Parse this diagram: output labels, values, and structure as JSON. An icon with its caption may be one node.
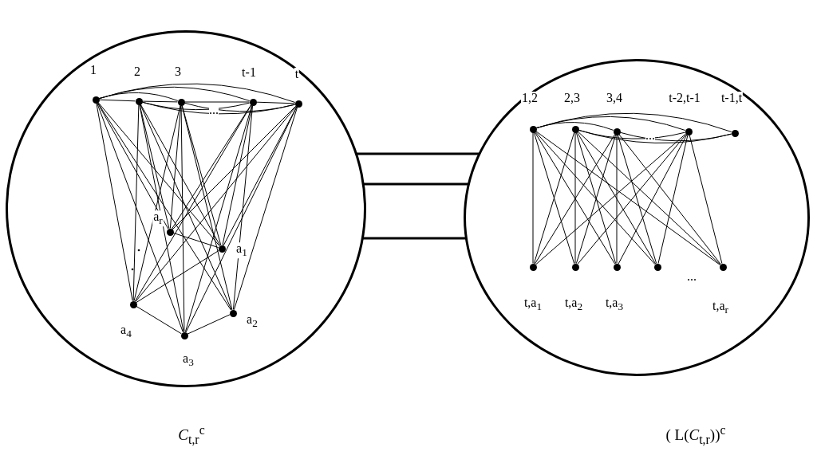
{
  "diagram": {
    "nodes": [
      {
        "text": [],
        "shape": "circle"
      },
      {
        "text": [],
        "shape": "circle",
        "in": 0,
        "beside": [
          "1"
        ]
      },
      {
        "text": [],
        "shape": "circle",
        "in": 0,
        "beside": [
          "2"
        ]
      },
      {
        "text": [],
        "shape": "circle",
        "in": 0,
        "beside": [
          "3"
        ]
      },
      {
        "text": [],
        "shape": "circle",
        "in": 0,
        "beside": [
          "t-1"
        ]
      },
      {
        "text": [],
        "shape": "circle",
        "in": 0,
        "beside": [
          "t"
        ]
      },
      {
        "text": [],
        "shape": "circle",
        "in": 0,
        "beside": [
          "a$_{r}$"
        ]
      },
      {
        "text": [],
        "shape": "circle",
        "in": 0,
        "beside": [
          "a$_{1}$"
        ]
      },
      {
        "text": [],
        "shape": "circle",
        "in": 0,
        "beside": [
          "a$_{2}$"
        ]
      },
      {
        "text": [],
        "shape": "circle",
        "in": 0,
        "beside": [
          "a$_{3}$"
        ]
      },
      {
        "text": [],
        "shape": "circle",
        "in": 0,
        "beside": [
          "a$_{4}$"
        ]
      },
      {
        "text": [],
        "shape": "circle"
      },
      {
        "text": [],
        "shape": "circle",
        "in": 11,
        "beside": [
          "1,2"
        ]
      },
      {
        "text": [],
        "shape": "circle",
        "in": 11,
        "beside": [
          "2,3"
        ]
      },
      {
        "text": [],
        "shape": "circle",
        "in": 11,
        "beside": [
          "3,4"
        ]
      },
      {
        "text": [],
        "shape": "circle",
        "in": 11,
        "beside": [
          "t-2,t-1"
        ]
      },
      {
        "text": [],
        "shape": "circle",
        "in": 11,
        "beside": [
          "t-1,t"
        ]
      },
      {
        "text": [],
        "shape": "circle",
        "in": 11,
        "beside": [
          "t,a$_{1}$"
        ]
      },
      {
        "text": [],
        "shape": "circle",
        "in": 11,
        "beside": [
          "t,a$_{2}$"
        ]
      },
      {
        "text": [],
        "shape": "circle",
        "in": 11,
        "beside": [
          "t,a$_{3}$"
        ]
      },
      {
        "text": [],
        "shape": "circle",
        "in": 11
      },
      {
        "text": [],
        "shape": "circle",
        "in": 11,
        "beside": [
          "t,a$_{r}$"
        ]
      }
    ],
    "edges": [
      {
        "from": 1,
        "to": 2,
        "arrow": "none"
      },
      {
        "from": 1,
        "to": 3,
        "arrow": "none"
      },
      {
        "from": 1,
        "to": 4,
        "arrow": "none"
      },
      {
        "from": 1,
        "to": 5,
        "arrow": "none"
      },
      {
        "from": 2,
        "to": 3,
        "arrow": "none"
      },
      {
        "from": 2,
        "to": 4,
        "arrow": "none"
      },
      {
        "from": 2,
        "to": 5,
        "arrow": "none"
      },
      {
        "from": 3,
        "to": 4,
        "arrow": "none"
      },
      {
        "from": 3,
        "to": 5,
        "arrow": "none"
      },
      {
        "from": 4,
        "to": 5,
        "arrow": "none"
      },
      {
        "from": 1,
        "to": 6,
        "arrow": "none"
      },
      {
        "from": 1,
        "to": 7,
        "arrow": "none"
      },
      {
        "from": 1,
        "to": 8,
        "arrow": "none"
      },
      {
        "from": 1,
        "to": 9,
        "arrow": "none"
      },
      {
        "from": 1,
        "to": 10,
        "arrow": "none"
      },
      {
        "from": 2,
        "to": 6,
        "arrow": "none"
      },
      {
        "from": 2,
        "to": 7,
        "arrow": "none"
      },
      {
        "from": 2,
        "to": 8,
        "arrow": "none"
      },
      {
        "from": 2,
        "to": 9,
        "arrow": "none"
      },
      {
        "from": 2,
        "to": 10,
        "arrow": "none"
      },
      {
        "from": 3,
        "to": 6,
        "arrow": "none"
      },
      {
        "from": 3,
        "to": 7,
        "arrow": "none"
      },
      {
        "from": 3,
        "to": 8,
        "arrow": "none"
      },
      {
        "from": 3,
        "to": 9,
        "arrow": "none"
      },
      {
        "from": 3,
        "to": 10,
        "arrow": "none"
      },
      {
        "from": 4,
        "to": 6,
        "arrow": "none"
      },
      {
        "from": 4,
        "to": 7,
        "arrow": "none"
      },
      {
        "from": 4,
        "to": 8,
        "arrow": "none"
      },
      {
        "from": 4,
        "to": 9,
        "arrow": "none"
      },
      {
        "from": 4,
        "to": 10,
        "arrow": "none"
      },
      {
        "from": 5,
        "to": 6,
        "arrow": "none"
      },
      {
        "from": 5,
        "to": 7,
        "arrow": "none"
      },
      {
        "from": 5,
        "to": 8,
        "arrow": "none"
      },
      {
        "from": 5,
        "to": 9,
        "arrow": "none"
      },
      {
        "from": 5,
        "to": 10,
        "arrow": "none"
      },
      {
        "from": 10,
        "to": 9,
        "arrow": "none"
      },
      {
        "from": 9,
        "to": 8,
        "arrow": "none"
      },
      {
        "from": 6,
        "to": 7,
        "arrow": "none"
      },
      {
        "from": 10,
        "to": 7,
        "arrow": "none"
      },
      {
        "from": 12,
        "to": 14,
        "arrow": "none"
      },
      {
        "from": 12,
        "to": 15,
        "arrow": "none"
      },
      {
        "from": 12,
        "to": 16,
        "arrow": "none"
      },
      {
        "from": 13,
        "to": 15,
        "arrow": "none"
      },
      {
        "from": 13,
        "to": 16,
        "arrow": "none"
      },
      {
        "from": 14,
        "to": 16,
        "arrow": "none"
      },
      {
        "from": 12,
        "to": 17,
        "arrow": "none"
      },
      {
        "from": 12,
        "to": 18,
        "arrow": "none"
      },
      {
        "from": 12,
        "to": 19,
        "arrow": "none"
      },
      {
        "from": 12,
        "to": 20,
        "arrow": "none"
      },
      {
        "from": 12,
        "to": 21,
        "arrow": "none"
      },
      {
        "from": 13,
        "to": 17,
        "arrow": "none"
      },
      {
        "from": 13,
        "to": 18,
        "arrow": "none"
      },
      {
        "from": 13,
        "to": 19,
        "arrow": "none"
      },
      {
        "from": 13,
        "to": 20,
        "arrow": "none"
      },
      {
        "from": 13,
        "to": 21,
        "arrow": "none"
      },
      {
        "from": 14,
        "to": 17,
        "arrow": "none"
      },
      {
        "from": 14,
        "to": 18,
        "arrow": "none"
      },
      {
        "from": 14,
        "to": 19,
        "arrow": "none"
      },
      {
        "from": 14,
        "to": 20,
        "arrow": "none"
      },
      {
        "from": 14,
        "to": 21,
        "arrow": "none"
      },
      {
        "from": 15,
        "to": 17,
        "arrow": "none"
      },
      {
        "from": 15,
        "to": 18,
        "arrow": "none"
      },
      {
        "from": 15,
        "to": 19,
        "arrow": "none"
      },
      {
        "from": 15,
        "to": 20,
        "arrow": "none"
      },
      {
        "from": 15,
        "to": 21,
        "arrow": "none"
      },
      {
        "from": 0,
        "to": 11,
        "arrow": "none",
        "style": "thick"
      },
      {
        "from": 0,
        "to": 11,
        "arrow": "none",
        "style": "thick"
      },
      {
        "from": 0,
        "to": 11,
        "arrow": "none",
        "style": "thick"
      }
    ],
    "labels": [
      "...",
      "...",
      "...",
      "*C*$_{t,r}$$^{c}$",
      "( L(*C*$_{t,r}$))$^{c}$"
    ]
  }
}
